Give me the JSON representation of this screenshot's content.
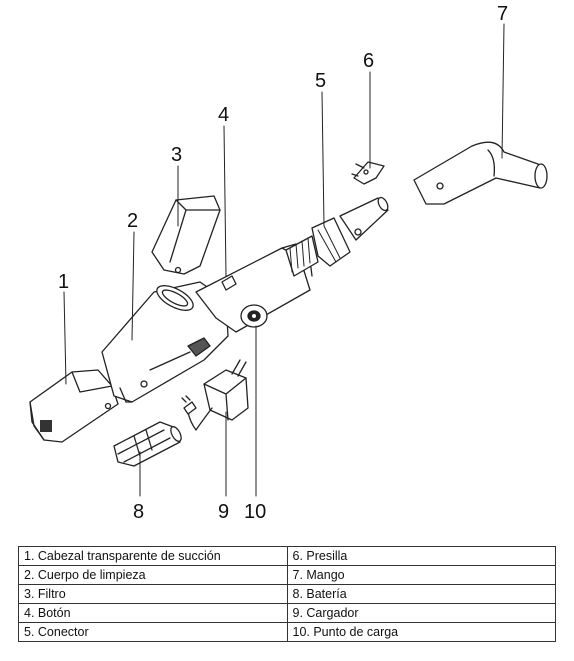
{
  "callouts": [
    "1",
    "2",
    "3",
    "4",
    "5",
    "6",
    "7",
    "8",
    "9",
    "10"
  ],
  "legend": [
    [
      "1. Cabezal transparente de succión",
      "6. Presilla"
    ],
    [
      "2. Cuerpo de limpieza",
      "7. Mango"
    ],
    [
      "3. Filtro",
      "8. Batería"
    ],
    [
      "4. Botón",
      "9. Cargador"
    ],
    [
      "5. Conector",
      "10. Punto de carga"
    ]
  ]
}
